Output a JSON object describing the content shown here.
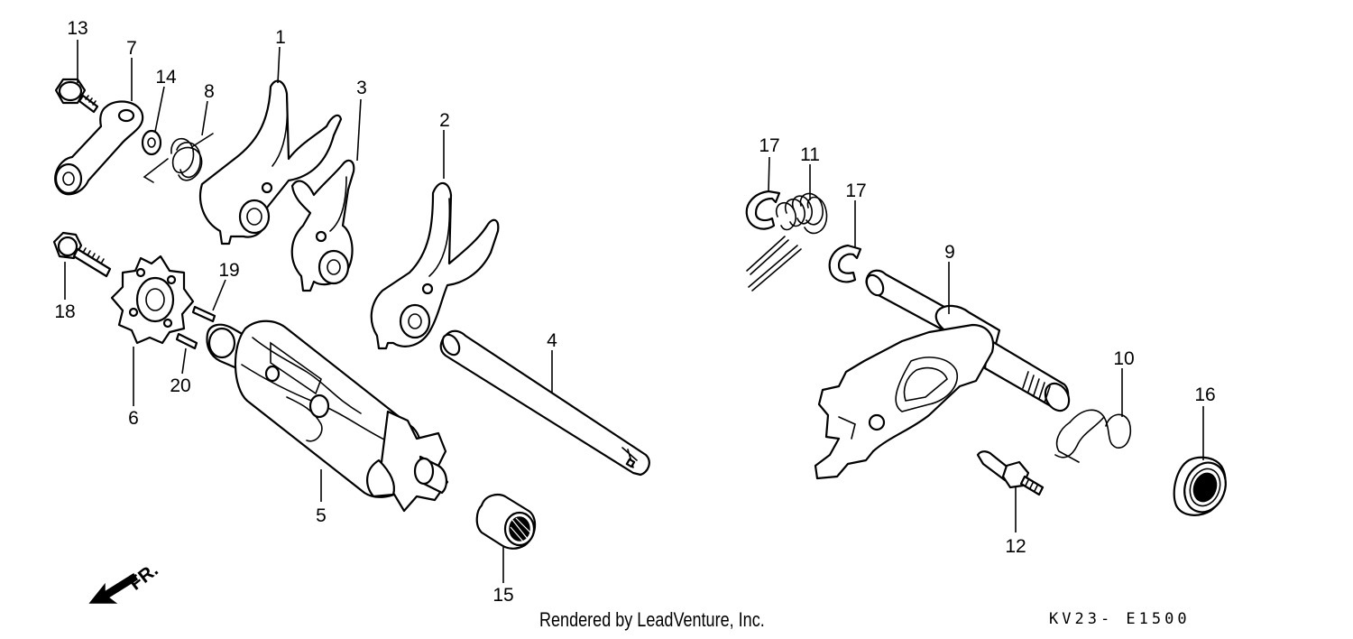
{
  "callouts": [
    {
      "id": "13",
      "label": "13"
    },
    {
      "id": "7",
      "label": "7"
    },
    {
      "id": "14",
      "label": "14"
    },
    {
      "id": "8",
      "label": "8"
    },
    {
      "id": "1",
      "label": "1"
    },
    {
      "id": "3",
      "label": "3"
    },
    {
      "id": "2",
      "label": "2"
    },
    {
      "id": "18",
      "label": "18"
    },
    {
      "id": "19",
      "label": "19"
    },
    {
      "id": "6",
      "label": "6"
    },
    {
      "id": "20",
      "label": "20"
    },
    {
      "id": "5",
      "label": "5"
    },
    {
      "id": "4",
      "label": "4"
    },
    {
      "id": "15",
      "label": "15"
    },
    {
      "id": "17a",
      "label": "17"
    },
    {
      "id": "11",
      "label": "11"
    },
    {
      "id": "17b",
      "label": "17"
    },
    {
      "id": "9",
      "label": "9"
    },
    {
      "id": "10",
      "label": "10"
    },
    {
      "id": "16",
      "label": "16"
    },
    {
      "id": "12",
      "label": "12"
    }
  ],
  "direction_label": "FR.",
  "credit": "Rendered by LeadVenture, Inc.",
  "diagram_code": "KV23- E1500"
}
